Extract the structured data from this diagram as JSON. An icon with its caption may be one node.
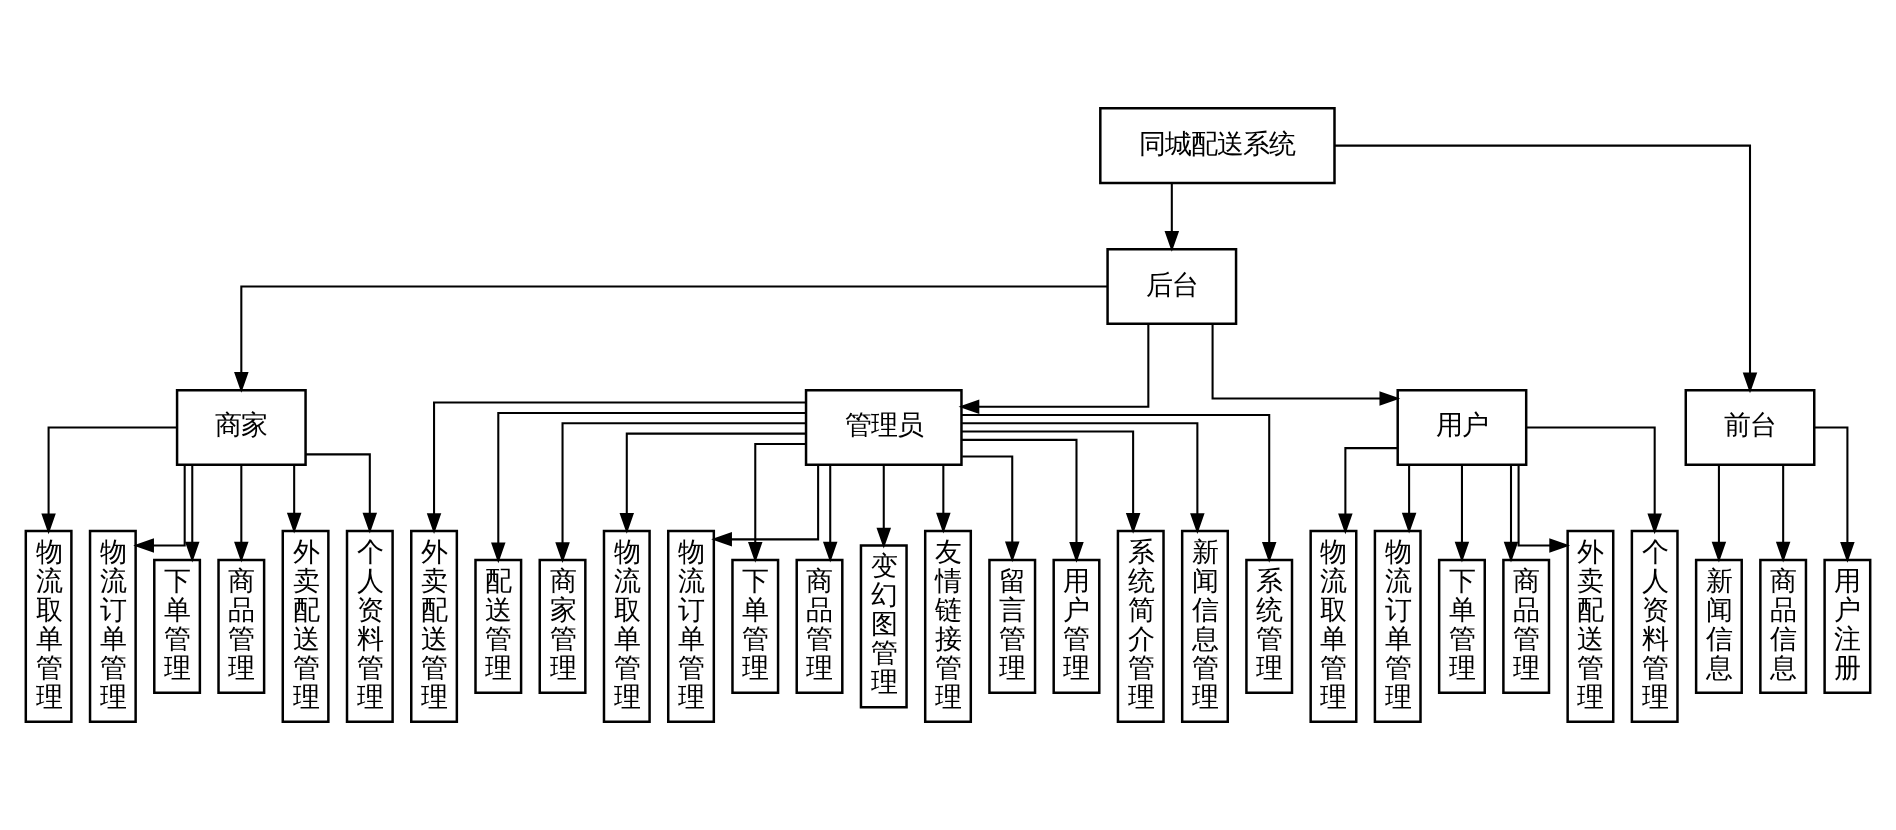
{
  "diagram": {
    "nodes": [
      {
        "text": [
          "同城配送系统"
        ]
      },
      {
        "text": [
          "后台"
        ]
      },
      {
        "text": [
          "前台"
        ]
      },
      {
        "text": [
          "商家"
        ]
      },
      {
        "text": [
          "管理员"
        ]
      },
      {
        "text": [
          "用户"
        ]
      },
      {
        "text": [
          "物流取单管理"
        ]
      },
      {
        "text": [
          "物流订单管理"
        ]
      },
      {
        "text": [
          "下单管理"
        ]
      },
      {
        "text": [
          "商品管理"
        ]
      },
      {
        "text": [
          "外卖配送管理"
        ]
      },
      {
        "text": [
          "个人资料管理"
        ]
      },
      {
        "text": [
          "外卖配送管理"
        ]
      },
      {
        "text": [
          "配送管理"
        ]
      },
      {
        "text": [
          "商家管理"
        ]
      },
      {
        "text": [
          "物流取单管理"
        ]
      },
      {
        "text": [
          "物流订单管理"
        ]
      },
      {
        "text": [
          "下单管理"
        ]
      },
      {
        "text": [
          "商品管理"
        ]
      },
      {
        "text": [
          "变幻图管理"
        ]
      },
      {
        "text": [
          "友情链接管理"
        ]
      },
      {
        "text": [
          "留言管理"
        ]
      },
      {
        "text": [
          "用户管理"
        ]
      },
      {
        "text": [
          "系统简介管理"
        ]
      },
      {
        "text": [
          "新闻信息管理"
        ]
      },
      {
        "text": [
          "系统管理"
        ]
      },
      {
        "text": [
          "物流取单管理"
        ]
      },
      {
        "text": [
          "物流订单管理"
        ]
      },
      {
        "text": [
          "下单管理"
        ]
      },
      {
        "text": [
          "商品管理"
        ]
      },
      {
        "text": [
          "外卖配送管理"
        ]
      },
      {
        "text": [
          "个人资料管理"
        ]
      },
      {
        "text": [
          "新闻信息"
        ]
      },
      {
        "text": [
          "商品信息"
        ]
      },
      {
        "text": [
          "用户注册"
        ]
      }
    ],
    "edges": [
      {
        "from": 0,
        "to": 1,
        "arrow": "to"
      },
      {
        "from": 0,
        "to": 2,
        "arrow": "to"
      },
      {
        "from": 1,
        "to": 3,
        "arrow": "to"
      },
      {
        "from": 1,
        "to": 4,
        "arrow": "to"
      },
      {
        "from": 1,
        "to": 5,
        "arrow": "to"
      },
      {
        "from": 3,
        "to": 6,
        "arrow": "to"
      },
      {
        "from": 3,
        "to": 7,
        "arrow": "to"
      },
      {
        "from": 3,
        "to": 8,
        "arrow": "to"
      },
      {
        "from": 3,
        "to": 9,
        "arrow": "to"
      },
      {
        "from": 3,
        "to": 10,
        "arrow": "to"
      },
      {
        "from": 3,
        "to": 11,
        "arrow": "to"
      },
      {
        "from": 4,
        "to": 12,
        "arrow": "to"
      },
      {
        "from": 4,
        "to": 13,
        "arrow": "to"
      },
      {
        "from": 4,
        "to": 14,
        "arrow": "to"
      },
      {
        "from": 4,
        "to": 15,
        "arrow": "to"
      },
      {
        "from": 4,
        "to": 16,
        "arrow": "to"
      },
      {
        "from": 4,
        "to": 17,
        "arrow": "to"
      },
      {
        "from": 4,
        "to": 18,
        "arrow": "to"
      },
      {
        "from": 4,
        "to": 19,
        "arrow": "to"
      },
      {
        "from": 4,
        "to": 20,
        "arrow": "to"
      },
      {
        "from": 4,
        "to": 21,
        "arrow": "to"
      },
      {
        "from": 4,
        "to": 22,
        "arrow": "to"
      },
      {
        "from": 4,
        "to": 23,
        "arrow": "to"
      },
      {
        "from": 4,
        "to": 24,
        "arrow": "to"
      },
      {
        "from": 4,
        "to": 25,
        "arrow": "to"
      },
      {
        "from": 5,
        "to": 26,
        "arrow": "to"
      },
      {
        "from": 5,
        "to": 27,
        "arrow": "to"
      },
      {
        "from": 5,
        "to": 28,
        "arrow": "to"
      },
      {
        "from": 5,
        "to": 29,
        "arrow": "to"
      },
      {
        "from": 5,
        "to": 30,
        "arrow": "to"
      },
      {
        "from": 5,
        "to": 31,
        "arrow": "to"
      },
      {
        "from": 2,
        "to": 32,
        "arrow": "to"
      },
      {
        "from": 2,
        "to": 33,
        "arrow": "to"
      },
      {
        "from": 2,
        "to": 34,
        "arrow": "to"
      }
    ]
  }
}
